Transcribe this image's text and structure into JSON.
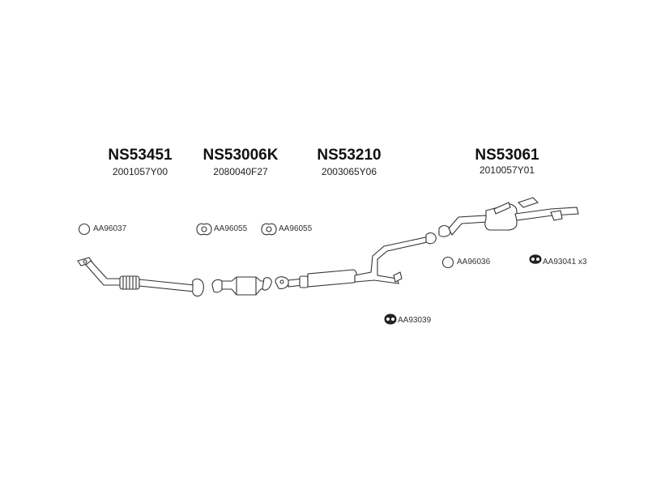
{
  "sections": [
    {
      "part_no": "NS53451",
      "oem_no": "2001057Y00"
    },
    {
      "part_no": "NS53006K",
      "oem_no": "2080040F27"
    },
    {
      "part_no": "NS53210",
      "oem_no": "2003065Y06"
    },
    {
      "part_no": "NS53061",
      "oem_no": "2010057Y01"
    }
  ],
  "accessories": {
    "ring_1": "AA96037",
    "gasket_1": "AA96055",
    "gasket_2": "AA96055",
    "ring_2": "AA96036",
    "hanger_1": "AA93041 x3",
    "hanger_2": "AA93039"
  },
  "colors": {
    "line": "#333333",
    "text": "#111111"
  }
}
